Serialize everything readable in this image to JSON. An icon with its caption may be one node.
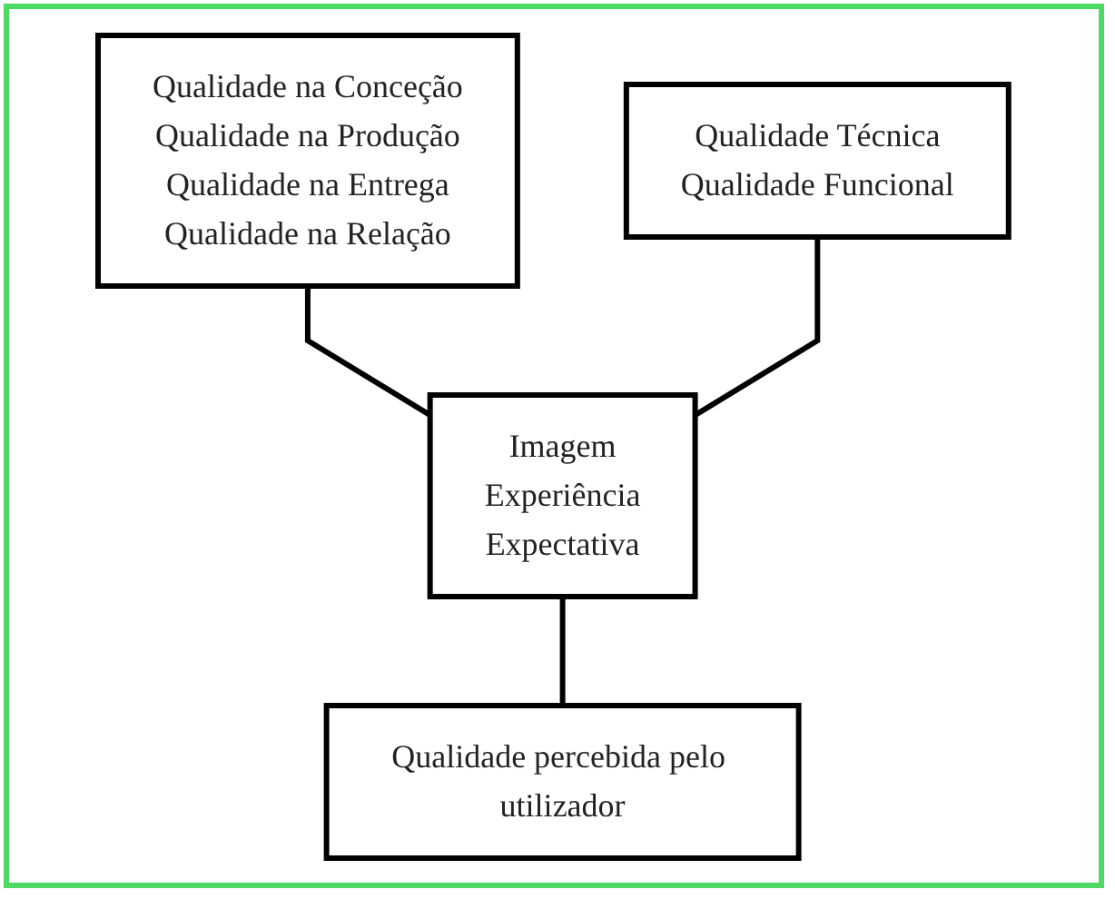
{
  "diagram": {
    "nodes": [
      {
        "text": [
          "Qualidade na Conceção",
          "Qualidade na Produção",
          "Qualidade na Entrega",
          "Qualidade na Relação"
        ]
      },
      {
        "text": [
          "Qualidade Técnica",
          "Qualidade Funcional"
        ]
      },
      {
        "text": [
          "Imagem",
          "Experiência",
          "Expectativa"
        ]
      },
      {
        "text": [
          "Qualidade percebida pelo utilizador"
        ]
      }
    ],
    "edges": [
      {
        "from": 0,
        "to": 2,
        "arrow": "none"
      },
      {
        "from": 1,
        "to": 2,
        "arrow": "none"
      },
      {
        "from": 2,
        "to": 3,
        "arrow": "none"
      }
    ]
  }
}
